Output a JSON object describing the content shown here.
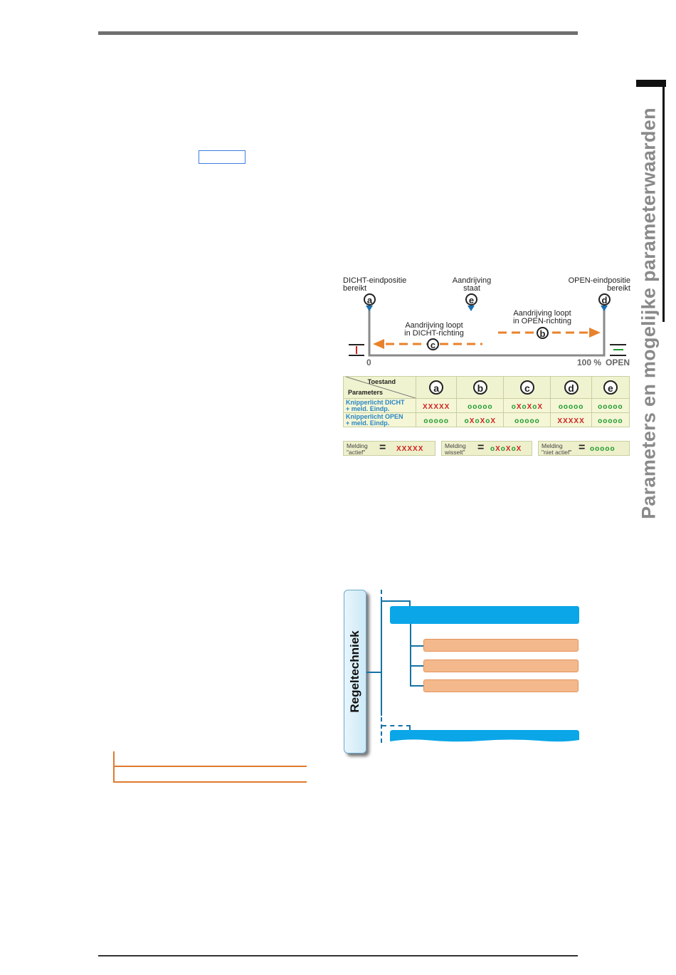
{
  "side_title": "Parameters en mogelijke parameterwaarden",
  "diagram": {
    "dicht_label_line1": "DICHT-eindpositie",
    "dicht_label_line2": "bereikt",
    "staat_label_line1": "Aandrijving",
    "staat_label_line2": "staat",
    "open_label_line1": "OPEN-eindpositie",
    "open_label_line2": "bereikt",
    "loopt_dicht_line1": "Aandrijving loopt",
    "loopt_dicht_line2": "in DICHT-richting",
    "loopt_open_line1": "Aandrijving loopt",
    "loopt_open_line2": "in OPEN-richting",
    "zero_label": "0",
    "hundred_label": "100 %",
    "open_word": "OPEN",
    "markers": {
      "a": "a",
      "b": "b",
      "c": "c",
      "d": "d",
      "e": "e"
    },
    "colors": {
      "arrow": "#e8822c",
      "line": "#888888"
    }
  },
  "table": {
    "header_toestand": "Toestand",
    "header_parameters": "Parameters",
    "columns": [
      "a",
      "b",
      "c",
      "d",
      "e"
    ],
    "rows": [
      {
        "label_line1": "Knipperlicht DICHT",
        "label_line2": "+ meld. Eindp.",
        "cells": [
          "XXXXX",
          "ooooo",
          "oXoXoX",
          "ooooo",
          "ooooo"
        ]
      },
      {
        "label_line1": "Knipperlicht OPEN",
        "label_line2": "+ meld. Eindp.",
        "cells": [
          "ooooo",
          "oXoXoX",
          "ooooo",
          "XXXXX",
          "ooooo"
        ]
      }
    ]
  },
  "legend": [
    {
      "line1": "Melding",
      "line2": "\"actief\"",
      "symbol": "XXXXX"
    },
    {
      "line1": "Melding",
      "line2": "wisselt\"",
      "symbol": "oXoXoX"
    },
    {
      "line1": "Melding",
      "line2": "\"niet actief\"",
      "symbol": "ooooo"
    }
  ],
  "tree": {
    "root_label": "Regeltechniek",
    "colors": {
      "blue": "#0aa6e8",
      "orange": "#f3b98c"
    }
  }
}
